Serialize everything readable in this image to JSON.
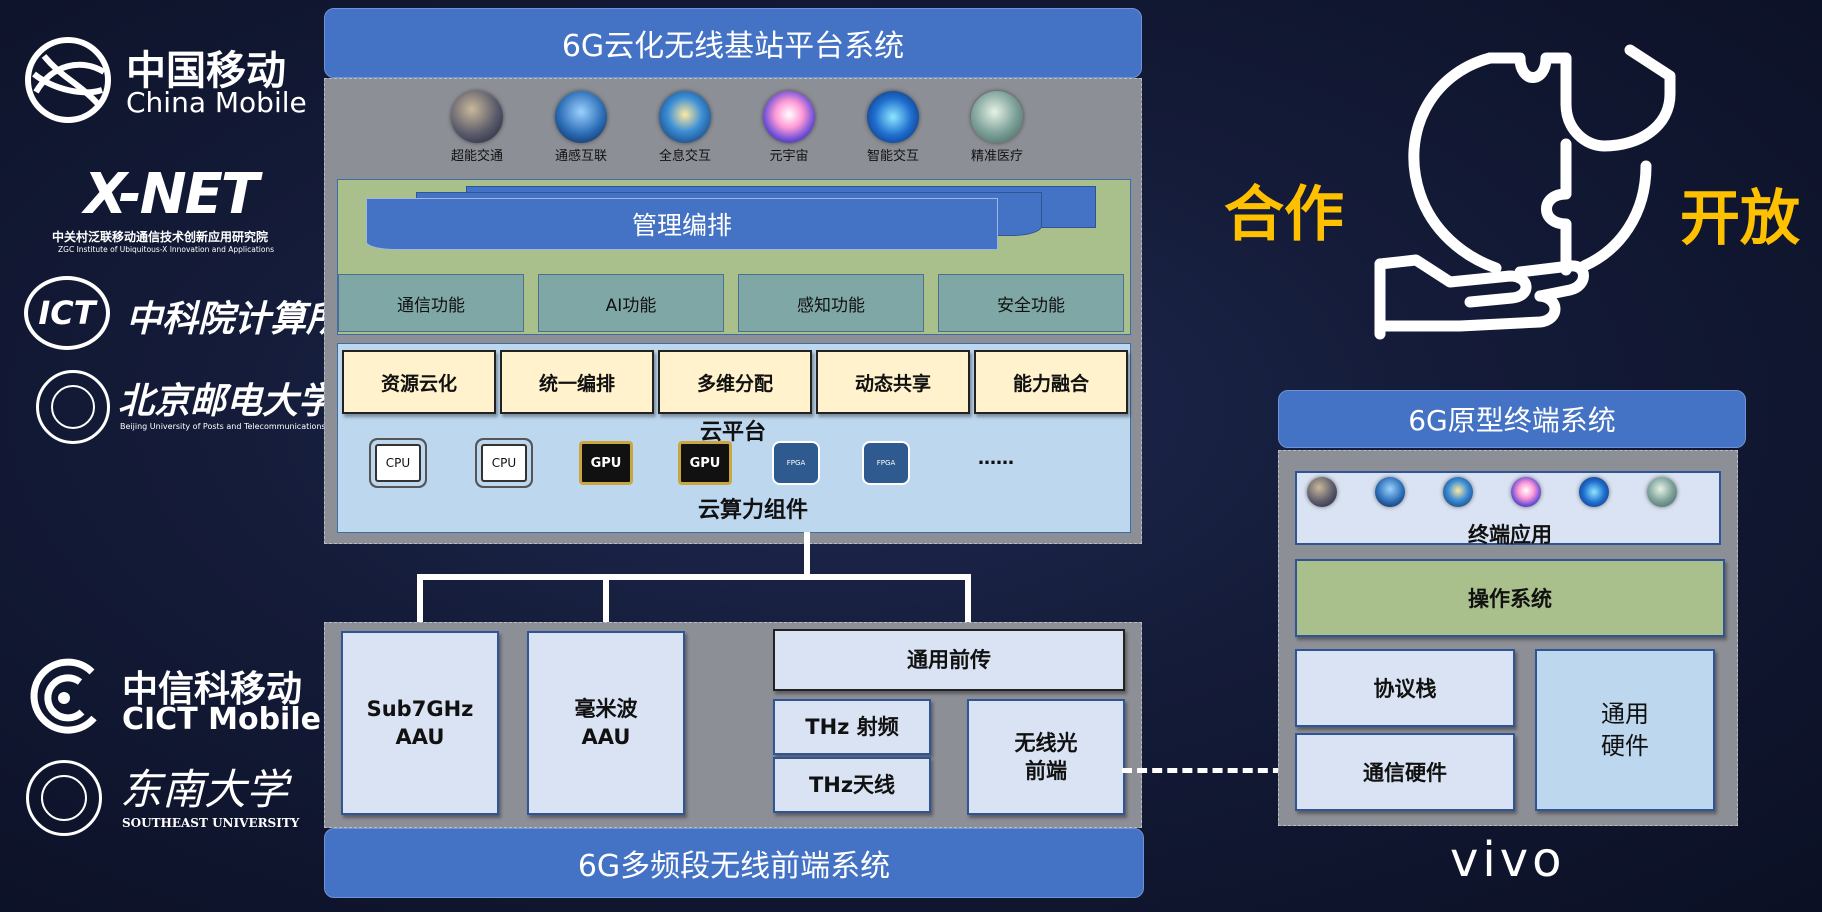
{
  "bs_platform": {
    "title": "6G云化无线基站平台系统",
    "apps": [
      {
        "label": "超能交通"
      },
      {
        "label": "通感互联"
      },
      {
        "label": "全息交互"
      },
      {
        "label": "元宇宙"
      },
      {
        "label": "智能交互"
      },
      {
        "label": "精准医疗"
      }
    ],
    "management": "管理编排",
    "functions": [
      "通信功能",
      "AI功能",
      "感知功能",
      "安全功能"
    ],
    "cloud_boxes": [
      "资源云化",
      "统一编排",
      "多维分配",
      "动态共享",
      "能力融合"
    ],
    "cloud_platform_label": "云平台",
    "components": [
      "CPU",
      "CPU",
      "GPU",
      "GPU",
      "FPGA",
      "FPGA"
    ],
    "ellipsis": "……",
    "components_label": "云算力组件"
  },
  "front_end": {
    "title": "6G多频段无线前端系统",
    "sub7_line1": "Sub7GHz",
    "sub7_line2": "AAU",
    "mmw_line1": "毫米波",
    "mmw_line2": "AAU",
    "fronthaul": "通用前传",
    "thz_rf": "THz 射频",
    "thz_antenna": "THz天线",
    "optical_line1": "无线光",
    "optical_line2": "前端"
  },
  "terminal": {
    "title": "6G原型终端系统",
    "apps_label": "终端应用",
    "os": "操作系统",
    "protocol_stack": "协议栈",
    "comm_hw": "通信硬件",
    "general_hw_line1": "通用",
    "general_hw_line2": "硬件"
  },
  "slogans": {
    "left": "合作",
    "right": "开放"
  },
  "logos": {
    "china_mobile_cn": "中国移动",
    "china_mobile_en": "China Mobile",
    "xnet_name": "X-NET",
    "xnet_cn": "中关村泛联移动通信技术创新应用研究院",
    "xnet_en": "ZGC Institute of Ubiquitous-X Innovation and Applications",
    "ict_badge": "ICT",
    "ict_cn": "中科院计算所",
    "bupt_cn": "北京邮电大学",
    "bupt_en": "Beijing University of Posts and Telecommunications",
    "cict_cn": "中信科移动",
    "cict_en": "CICT Mobile",
    "seu_cn": "东南大学",
    "seu_en": "SOUTHEAST UNIVERSITY",
    "vivo": "vivo"
  },
  "colors": {
    "title_blue": "#4472c4",
    "slogan_gold": "#ffc000",
    "panel_gray": "#8d8f96",
    "cream": "#fff2cc",
    "light_blue": "#dae3f3"
  }
}
